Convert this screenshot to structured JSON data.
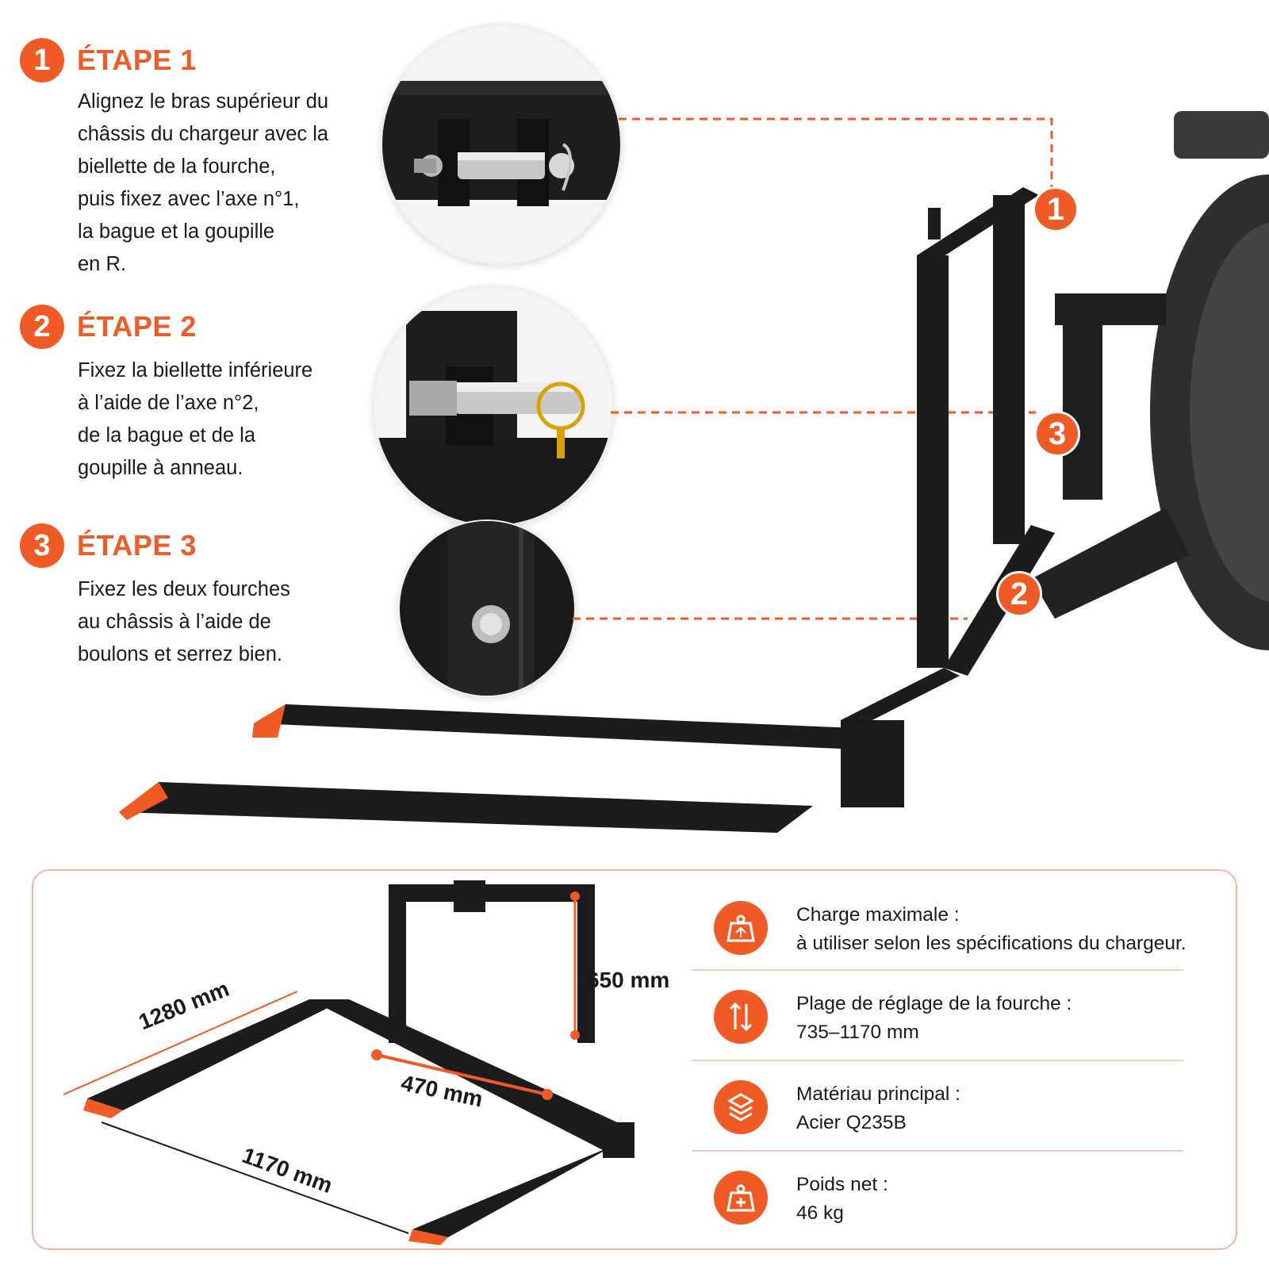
{
  "steps": [
    {
      "number": "1",
      "title": "ÉTAPE 1",
      "text": "Alignez le bras supérieur du\nchâssis du chargeur avec la\nbiellette de la fourche,\npuis fixez avec l’axe n°1,\nla bague et la goupille\nen R."
    },
    {
      "number": "2",
      "title": "ÉTAPE 2",
      "text": "Fixez la biellette inférieure\nà l’aide de l’axe n°2,\nde la bague et de la\ngoupille à anneau."
    },
    {
      "number": "3",
      "title": "ÉTAPE 3",
      "text": "Fixez les deux fourches\nau châssis à l’aide de\nboulons et serrez bien."
    }
  ],
  "callouts": [
    "1",
    "3",
    "2"
  ],
  "dimensions": {
    "length": "1280 mm",
    "height": "650 mm",
    "frame_width": "470 mm",
    "max_width": "1170 mm"
  },
  "specs": [
    {
      "icon": "weight-icon",
      "label": "Charge maximale :",
      "value": "à utiliser selon les spécifications du chargeur."
    },
    {
      "icon": "adjust-arrows-icon",
      "label": "Plage de réglage de la fourche :",
      "value": "735–1170 mm"
    },
    {
      "icon": "material-layers-icon",
      "label": "Matériau principal :",
      "value": "Acier Q235B"
    },
    {
      "icon": "weight-plus-icon",
      "label": "Poids net :",
      "value": "46 kg"
    }
  ],
  "colors": {
    "accent": "#f05a24",
    "steel": "#1c1c1c",
    "panel_border": "#f3b6a0"
  }
}
